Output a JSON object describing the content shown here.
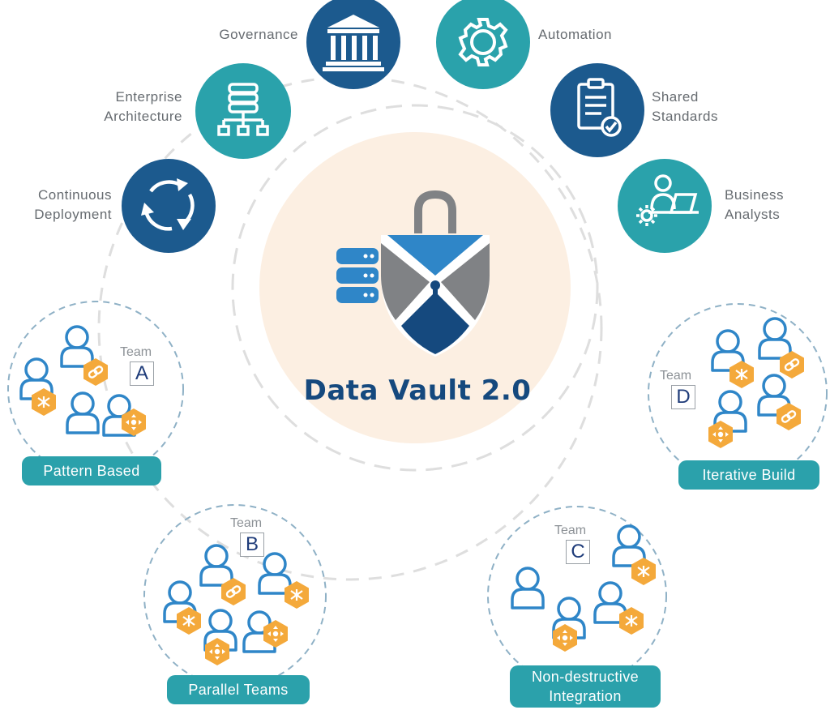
{
  "center": {
    "title": "Data Vault 2.0"
  },
  "practices": [
    {
      "id": "continuous-deployment",
      "lines": [
        "Continuous",
        "Deployment"
      ],
      "icon": "refresh-cycle-icon",
      "color": "#1c5a8e"
    },
    {
      "id": "enterprise-architecture",
      "lines": [
        "Enterprise",
        "Architecture"
      ],
      "icon": "database-hierarchy-icon",
      "color": "#2aa2ab"
    },
    {
      "id": "governance",
      "lines": [
        "Governance"
      ],
      "icon": "institution-building-icon",
      "color": "#1c5a8e"
    },
    {
      "id": "automation",
      "lines": [
        "Automation"
      ],
      "icon": "gear-icon",
      "color": "#2aa2ab"
    },
    {
      "id": "shared-standards",
      "lines": [
        "Shared",
        "Standards"
      ],
      "icon": "clipboard-check-icon",
      "color": "#1c5a8e"
    },
    {
      "id": "business-analysts",
      "lines": [
        "Business",
        "Analysts"
      ],
      "icon": "analyst-computer-icon",
      "color": "#2aa2ab"
    }
  ],
  "teams": [
    {
      "id": "A",
      "word": "Team",
      "letter": "A",
      "pill": "Pattern Based"
    },
    {
      "id": "B",
      "word": "Team",
      "letter": "B",
      "pill": "Parallel Teams"
    },
    {
      "id": "C",
      "word": "Team",
      "letter": "C",
      "pill": "Non-destructive Integration"
    },
    {
      "id": "D",
      "word": "Team",
      "letter": "D",
      "pill": "Iterative Build"
    }
  ],
  "colors": {
    "navy": "#1c5a8e",
    "teal": "#2aa2ab",
    "person_blue": "#2f86c8",
    "badge_orange": "#f4a93b",
    "center_bg": "#fcefe2",
    "lock_blue": "#2f86c8",
    "lock_gray": "#808285",
    "lock_dark": "#15497e",
    "dashed": "#d9d9d9",
    "team_dashed": "#8fb1c6"
  }
}
